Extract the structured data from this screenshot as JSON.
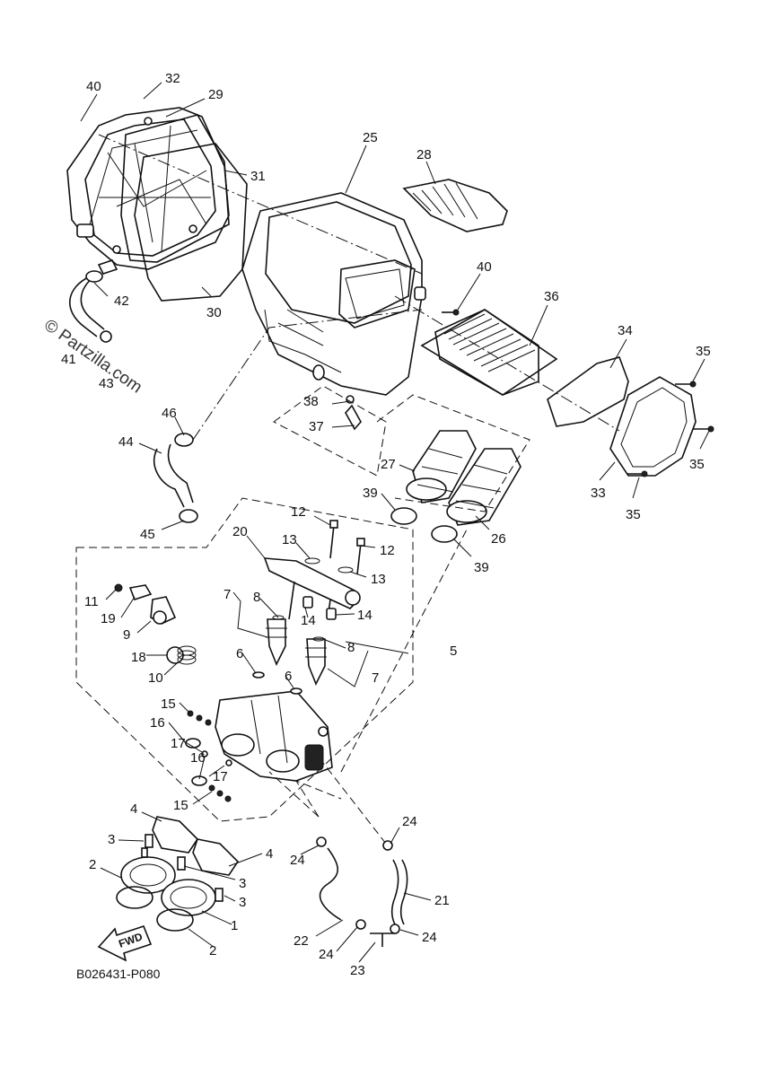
{
  "diagram": {
    "code": "B026431-P080",
    "watermark": "© Partzilla.com",
    "fwd_label": "FWD",
    "callouts": [
      {
        "label": "40"
      },
      {
        "label": "32"
      },
      {
        "label": "29"
      },
      {
        "label": "25"
      },
      {
        "label": "28"
      },
      {
        "label": "31"
      },
      {
        "label": "42"
      },
      {
        "label": "30"
      },
      {
        "label": "41"
      },
      {
        "label": "43"
      },
      {
        "label": "40"
      },
      {
        "label": "36"
      },
      {
        "label": "34"
      },
      {
        "label": "35"
      },
      {
        "label": "38"
      },
      {
        "label": "37"
      },
      {
        "label": "46"
      },
      {
        "label": "44"
      },
      {
        "label": "35"
      },
      {
        "label": "33"
      },
      {
        "label": "35"
      },
      {
        "label": "27"
      },
      {
        "label": "39"
      },
      {
        "label": "26"
      },
      {
        "label": "39"
      },
      {
        "label": "45"
      },
      {
        "label": "12"
      },
      {
        "label": "20"
      },
      {
        "label": "13"
      },
      {
        "label": "12"
      },
      {
        "label": "13"
      },
      {
        "label": "7"
      },
      {
        "label": "8"
      },
      {
        "label": "11"
      },
      {
        "label": "19"
      },
      {
        "label": "14"
      },
      {
        "label": "14"
      },
      {
        "label": "9"
      },
      {
        "label": "5"
      },
      {
        "label": "18"
      },
      {
        "label": "8"
      },
      {
        "label": "10"
      },
      {
        "label": "6"
      },
      {
        "label": "7"
      },
      {
        "label": "6"
      },
      {
        "label": "15"
      },
      {
        "label": "16"
      },
      {
        "label": "17"
      },
      {
        "label": "16"
      },
      {
        "label": "17"
      },
      {
        "label": "15"
      },
      {
        "label": "24"
      },
      {
        "label": "4"
      },
      {
        "label": "3"
      },
      {
        "label": "24"
      },
      {
        "label": "4"
      },
      {
        "label": "2"
      },
      {
        "label": "3"
      },
      {
        "label": "3"
      },
      {
        "label": "21"
      },
      {
        "label": "1"
      },
      {
        "label": "22"
      },
      {
        "label": "24"
      },
      {
        "label": "24"
      },
      {
        "label": "2"
      },
      {
        "label": "23"
      }
    ]
  }
}
